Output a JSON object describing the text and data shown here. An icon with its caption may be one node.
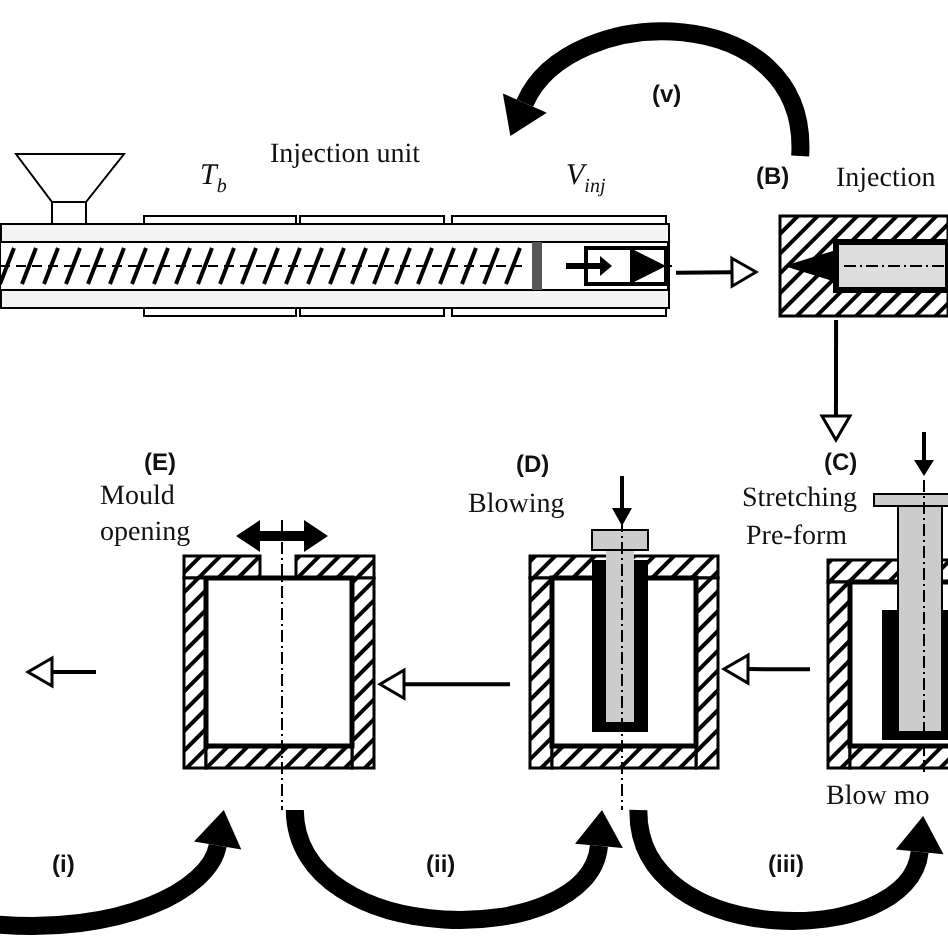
{
  "diagram": {
    "nodes": [
      {
        "text": [
          "Injection unit"
        ]
      },
      {
        "text": [
          "(B)",
          "Injection"
        ]
      },
      {
        "text": [
          "(C)",
          "Blow mo"
        ],
        "beside": [
          "Stretching",
          "Pre-form"
        ]
      },
      {
        "text": [
          "(D)"
        ],
        "beside": [
          "Blowing"
        ]
      },
      {
        "text": [
          "(E)",
          "Mould opening"
        ]
      }
    ],
    "edges": [
      {
        "from": 0,
        "to": 1,
        "arrow": "to"
      },
      {
        "from": 1,
        "to": 2,
        "arrow": "to"
      },
      {
        "from": 2,
        "to": 3,
        "arrow": "to"
      },
      {
        "from": 3,
        "to": 4,
        "arrow": "to"
      },
      {
        "from": 4,
        "to": null,
        "arrow": "to"
      },
      {
        "from": null,
        "to": 4,
        "arrow": "to",
        "label": "(i)",
        "style": "thick"
      },
      {
        "from": 4,
        "to": 3,
        "arrow": "to",
        "label": "(ii)",
        "style": "thick"
      },
      {
        "from": 3,
        "to": 2,
        "arrow": "to",
        "label": "(iii)",
        "style": "thick"
      },
      {
        "from": 1,
        "to": 0,
        "arrow": "to",
        "label": "(v)",
        "style": "thick"
      }
    ],
    "labels": [
      "T$_{b}$",
      "V$_{inj}$"
    ]
  }
}
